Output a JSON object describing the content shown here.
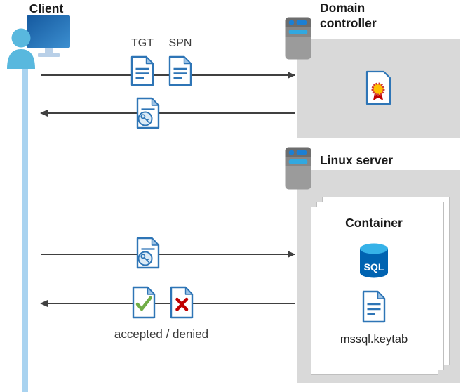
{
  "client": {
    "label": "Client"
  },
  "domain_controller": {
    "label": "Domain controller"
  },
  "linux_server": {
    "label": "Linux server"
  },
  "container": {
    "label": "Container",
    "sql_label": "SQL",
    "keytab_label": "mssql.keytab"
  },
  "flows": {
    "tgt_label": "TGT",
    "spn_label": "SPN",
    "result_label": "accepted / denied"
  },
  "icons": {
    "client": "person-with-monitor-icon",
    "server": "server-tower-icon",
    "request_docs": "blue-document-icon",
    "ticket": "document-with-key-icon",
    "certificate": "document-with-seal-icon",
    "database": "sql-database-cylinder-icon",
    "accepted": "document-with-checkmark-icon",
    "denied": "document-with-x-icon"
  },
  "colors": {
    "document_blue": "#2e75b6",
    "document_fold_blue": "#9dc3e6",
    "panel_gray": "#d9d9d9",
    "lifeline_blue": "#a9d3f0",
    "arrow_gray": "#404040",
    "accepted_green": "#70ad47",
    "denied_red": "#c00000",
    "sql_body_blue": "#0063b1",
    "sql_top_blue": "#36b2e8"
  }
}
